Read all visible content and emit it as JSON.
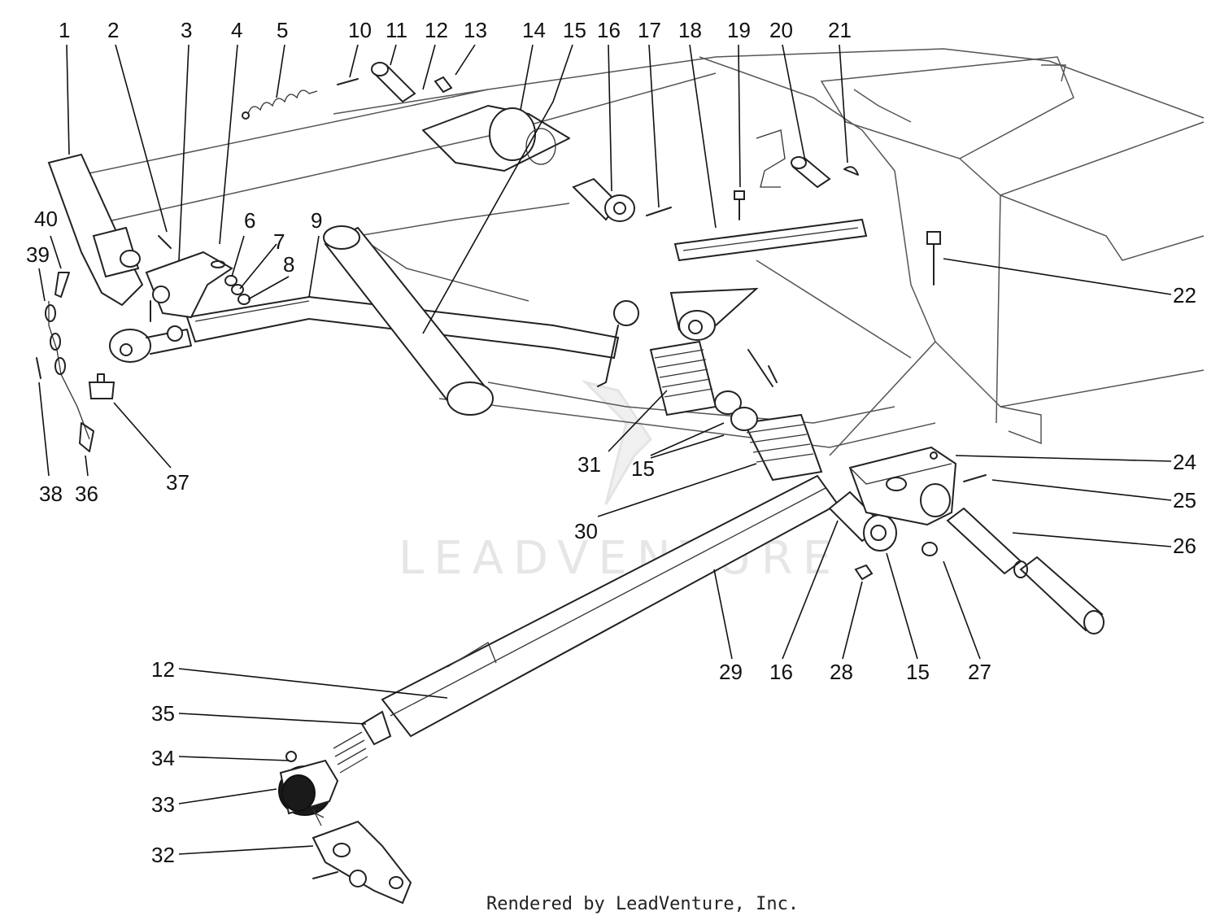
{
  "diagram": {
    "watermark": "LEADVENTURE",
    "credit": "Rendered by LeadVenture, Inc.",
    "callouts": [
      {
        "id": "c1",
        "text": "1"
      },
      {
        "id": "c2",
        "text": "2"
      },
      {
        "id": "c3",
        "text": "3"
      },
      {
        "id": "c4",
        "text": "4"
      },
      {
        "id": "c5",
        "text": "5"
      },
      {
        "id": "c6",
        "text": "6"
      },
      {
        "id": "c7",
        "text": "7"
      },
      {
        "id": "c8",
        "text": "8"
      },
      {
        "id": "c9",
        "text": "9"
      },
      {
        "id": "c10",
        "text": "10"
      },
      {
        "id": "c11",
        "text": "11"
      },
      {
        "id": "c12a",
        "text": "12"
      },
      {
        "id": "c13",
        "text": "13"
      },
      {
        "id": "c14",
        "text": "14"
      },
      {
        "id": "c15a",
        "text": "15"
      },
      {
        "id": "c16a",
        "text": "16"
      },
      {
        "id": "c17",
        "text": "17"
      },
      {
        "id": "c18",
        "text": "18"
      },
      {
        "id": "c19",
        "text": "19"
      },
      {
        "id": "c20",
        "text": "20"
      },
      {
        "id": "c21",
        "text": "21"
      },
      {
        "id": "c22",
        "text": "22"
      },
      {
        "id": "c24",
        "text": "24"
      },
      {
        "id": "c25",
        "text": "25"
      },
      {
        "id": "c26",
        "text": "26"
      },
      {
        "id": "c27",
        "text": "27"
      },
      {
        "id": "c15c",
        "text": "15"
      },
      {
        "id": "c28",
        "text": "28"
      },
      {
        "id": "c16b",
        "text": "16"
      },
      {
        "id": "c29",
        "text": "29"
      },
      {
        "id": "c30",
        "text": "30"
      },
      {
        "id": "c31",
        "text": "31"
      },
      {
        "id": "c15b",
        "text": "15"
      },
      {
        "id": "c12b",
        "text": "12"
      },
      {
        "id": "c35",
        "text": "35"
      },
      {
        "id": "c34",
        "text": "34"
      },
      {
        "id": "c33",
        "text": "33"
      },
      {
        "id": "c32",
        "text": "32"
      },
      {
        "id": "c37",
        "text": "37"
      },
      {
        "id": "c36",
        "text": "36"
      },
      {
        "id": "c38",
        "text": "38"
      },
      {
        "id": "c39",
        "text": "39"
      },
      {
        "id": "c40",
        "text": "40"
      }
    ]
  }
}
